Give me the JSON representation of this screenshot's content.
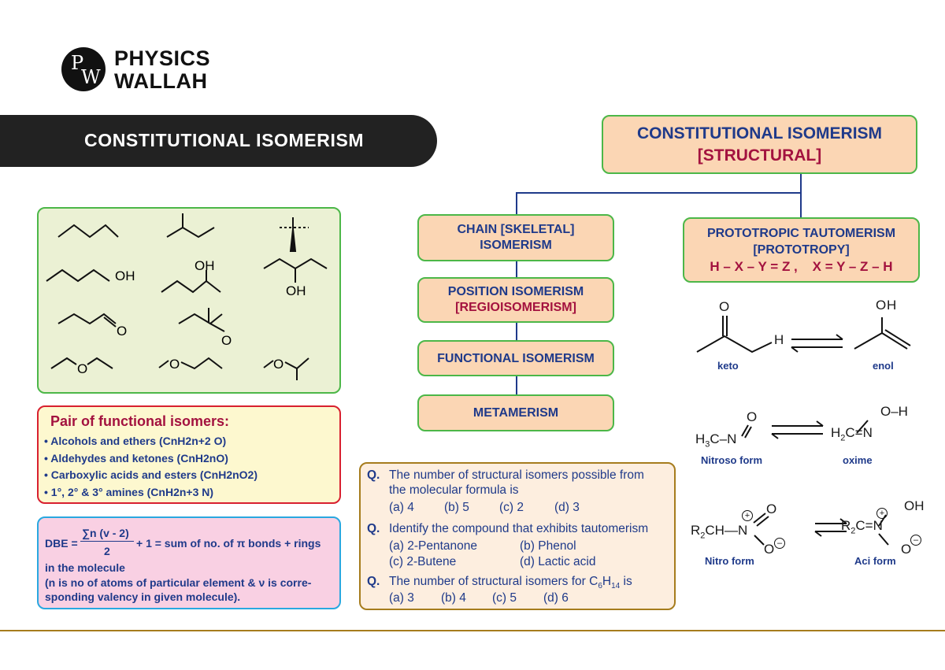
{
  "logo": {
    "mark_p": "P",
    "mark_w": "W",
    "line1": "PHYSICS",
    "line2": "WALLAH"
  },
  "banner": {
    "title": "CONSTITUTIONAL ISOMERISM"
  },
  "structures": {
    "oh1": "OH",
    "oh2": "OH",
    "oh3": "OH",
    "o_aldehyde": "O",
    "o_ketone": "O",
    "o_ether1": "O",
    "o_ether2": "O",
    "o_ether3": "O"
  },
  "tree": {
    "root_title": "CONSTITUTIONAL ISOMERISM",
    "root_sub": "[STRUCTURAL]",
    "chain_line1": "CHAIN [SKELETAL]",
    "chain_line2": "ISOMERISM",
    "position_line1": "POSITION ISOMERISM",
    "position_line2": "[REGIOISOMERISM]",
    "functional": "FUNCTIONAL ISOMERISM",
    "metamerism": "METAMERISM",
    "proto_line1": "PROTOTROPIC TAUTOMERISM",
    "proto_line2": "[PROTOTROPY]",
    "proto_line3": "H – X – Y = Z ,    X = Y – Z – H"
  },
  "tautomer": {
    "keto_o": "O",
    "keto_h": "H",
    "enol_o": "O",
    "enol_h": "H",
    "keto": "keto",
    "enol": "enol",
    "nitroso_o": "O",
    "nitroso_h3": "H",
    "nitroso_sub3": "3",
    "nitroso_cn": "C–N",
    "oxime_oh": "O–H",
    "oxime_h2": "H",
    "oxime_sub2": "2",
    "oxime_cn": "C=N",
    "nitroso_form": "Nitroso form",
    "oxime": "oxime",
    "nitro_r": "R",
    "nitro_sub2": "2",
    "nitro_ch": "CH—N",
    "nitro_o_top": "O",
    "nitro_o_bot": "O",
    "nitro_plus": "+",
    "nitro_minus": "–",
    "aci_r": "R",
    "aci_sub2": "2",
    "aci_cn": "C=N",
    "aci_oh": "OH",
    "aci_o_bot": "O",
    "aci_plus": "+",
    "aci_minus": "–",
    "nitro_form": "Nitro form",
    "aci_form": "Aci form"
  },
  "functional_isomers": {
    "title": "Pair of functional isomers:",
    "items": [
      "Alcohols and ethers (CnH2n+2 O)",
      "Aldehydes and ketones (CnH2nO)",
      "Carboxylic acids and esters (CnH2nO2)",
      "1°, 2° & 3° amines (CnH2n+3 N)"
    ]
  },
  "dbe": {
    "lhs": "DBE =",
    "numerator": "∑n (v - 2)",
    "denominator": "2",
    "rhs": "+ 1 = sum of no. of π bonds + rings",
    "line2": "in the molecule",
    "line3": "(n is no of atoms of particular element & ν is corre-",
    "line4": "sponding valency in given molecule)."
  },
  "questions": {
    "q_label": "Q.",
    "q1_line1": "The number of structural isomers possible from",
    "q1_line2": "the molecular formula is",
    "q1_opts": [
      "(a)  4",
      "(b)  5",
      "(c)  2",
      "(d)  3"
    ],
    "q2": "Identify the compound that exhibits tautomerism",
    "q2_opts": [
      "(a) 2-Pentanone",
      "(b) Phenol",
      "(c) 2-Butene",
      "(d) Lactic acid"
    ],
    "q3_pre": "The number of structural isomers for C",
    "q3_sub6": "6",
    "q3_h": "H",
    "q3_sub14": "14",
    "q3_post": " is",
    "q3_opts": [
      "(a) 3",
      "(b) 4",
      "(c) 5",
      "(d) 6"
    ]
  },
  "colors": {
    "navy": "#1f3a8a",
    "maroon": "#a3123f",
    "green": "#4cb748",
    "peach": "#fbd6b4",
    "gold": "#a67c1d"
  }
}
